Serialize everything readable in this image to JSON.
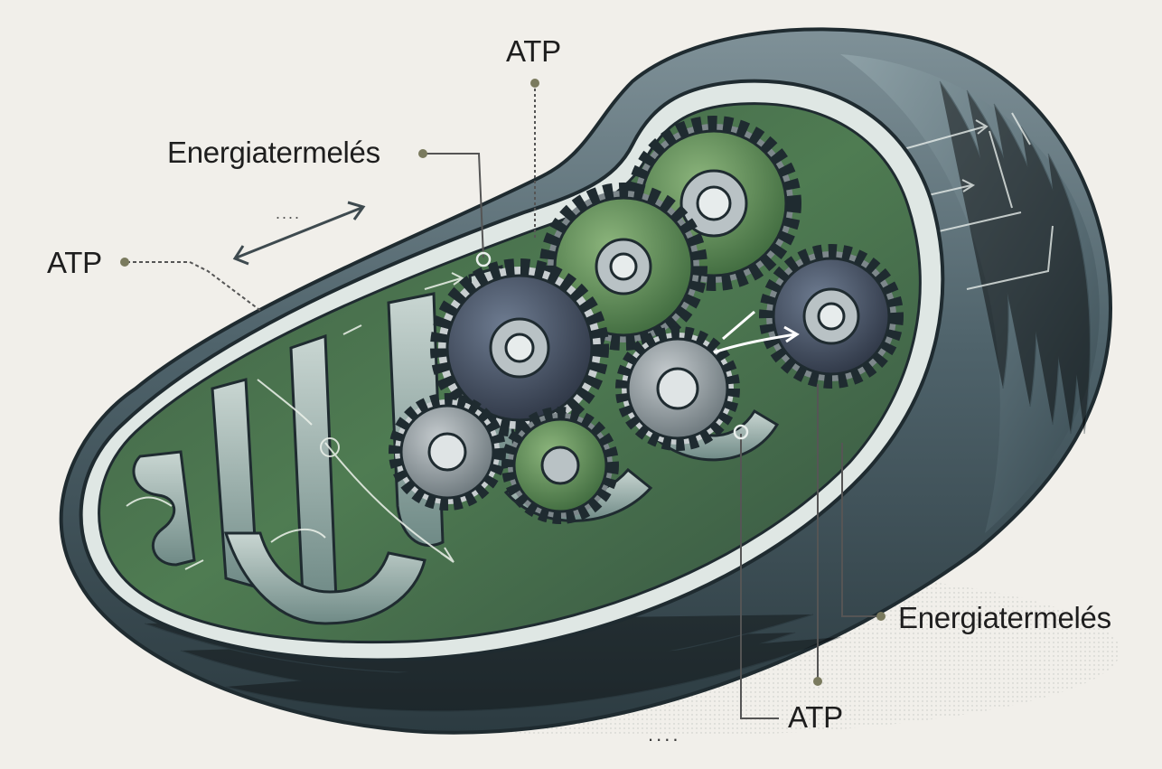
{
  "labels": {
    "top_atp": "ATP",
    "energy_upper": "Energiatermelés",
    "left_atp": "ATP",
    "energy_lower": "Energiatermelés",
    "bottom_atp": "ATP",
    "ellipsis_top": "....",
    "ellipsis_bottom": "...."
  },
  "colors": {
    "background": "#f1efea",
    "outer_membrane": "#4f636b",
    "membrane_dark": "#2b3a40",
    "membrane_highlight": "#e9efec",
    "matrix_green": "#4d7a50",
    "gear_green": "#5c8d55",
    "gear_grey": "#8e979b",
    "label_text": "#1e1e1e",
    "leader_line": "#555555",
    "leader_dot": "#7a7a5e"
  }
}
